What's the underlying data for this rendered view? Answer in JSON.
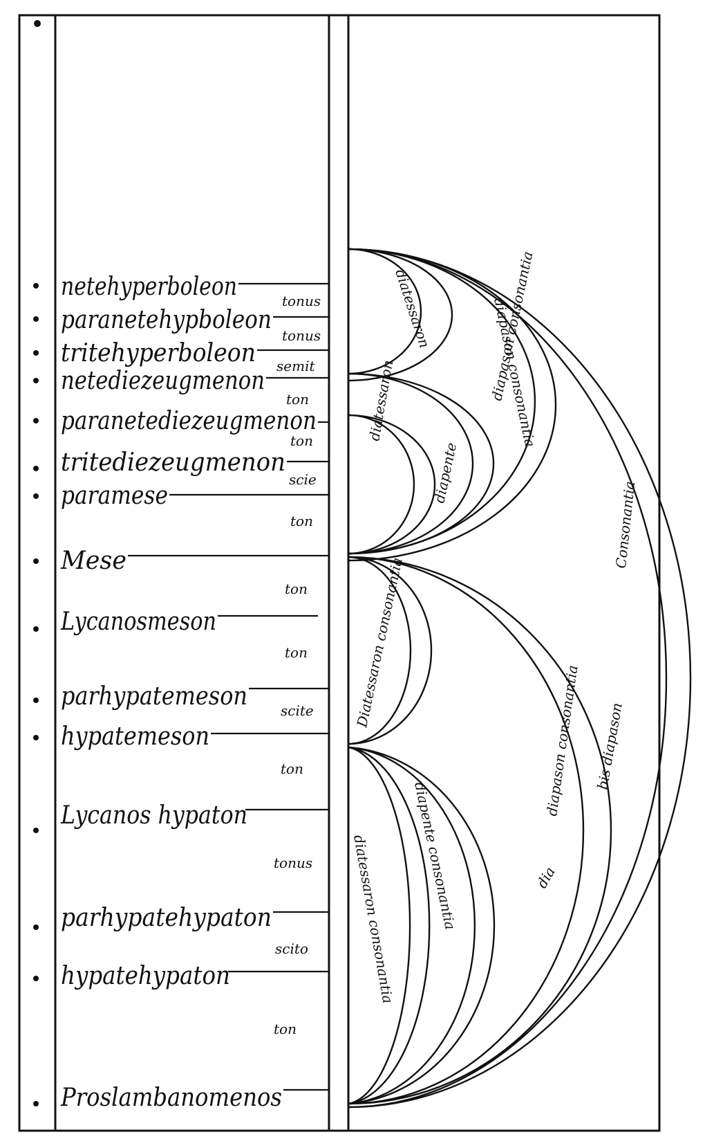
{
  "notes": [
    "netehyperboleon",
    "paranetehypboleon",
    "tritehyperboleon",
    "netediezeugmenon",
    "paranetediezeugmenon",
    "tritediezeugmenon",
    "paramese",
    "Mese",
    "Lycanosmeson",
    "parhypatemeson",
    "hypatemeson",
    "Lycanos hypaton",
    "parhypatehypaton",
    "hypatehypaton",
    "Proslambanomenos"
  ],
  "steps": [
    "tonus",
    "tonus",
    "semit",
    "ton",
    "ton",
    "scie",
    "ton",
    "ton",
    "ton",
    "scite",
    "ton",
    "tonus",
    "scito",
    "ton"
  ],
  "arcs": [
    "diatessaron",
    "diapason consonantia",
    "diatessaron",
    "diapente",
    "diapason consonantia",
    "Consonantia",
    "Diatessaron consonantia",
    "diapason consonantia",
    "bis diapason",
    "diatessaron consonantia",
    "diapente consonantia",
    "dia"
  ]
}
